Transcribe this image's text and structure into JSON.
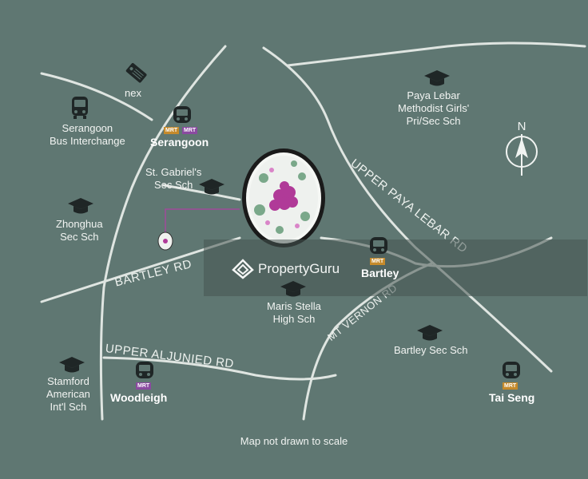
{
  "labels": {
    "nex": "nex",
    "serangoon_bus": [
      "Serangoon",
      "Bus Interchange"
    ],
    "st_gabriel": [
      "St. Gabriel's",
      "Sec Sch"
    ],
    "zhonghua": [
      "Zhonghua",
      "Sec Sch"
    ],
    "paya_lebar_methodist": [
      "Paya Lebar",
      "Methodist Girls'",
      "Pri/Sec Sch"
    ],
    "maris_stella": [
      "Maris Stella",
      "High Sch"
    ],
    "bartley_sec": "Bartley Sec Sch",
    "stamford": [
      "Stamford",
      "American",
      "Int'l Sch"
    ]
  },
  "roads": {
    "bartley_rd": "BARTLEY RD",
    "upper_paya_lebar_rd": "UPPER PAYA LEBAR RD",
    "mt_vernon_rd": "MT VERNON RD",
    "upper_aljunied_rd": "UPPER ALJUNIED RD"
  },
  "stations": {
    "serangoon": "Serangoon",
    "bartley": "Bartley",
    "woodleigh": "Woodleigh",
    "tai_seng": "Tai Seng"
  },
  "mrt_badge": "MRT",
  "compass": "N",
  "watermark": "PropertyGuru",
  "scale_note": "Map not drawn to scale",
  "colors": {
    "background": "#5f7772",
    "road": "#dfe5e1",
    "mrt_orange": "#c58a2b",
    "mrt_purple": "#8a4aa0",
    "marker_line": "#a04a9a"
  }
}
